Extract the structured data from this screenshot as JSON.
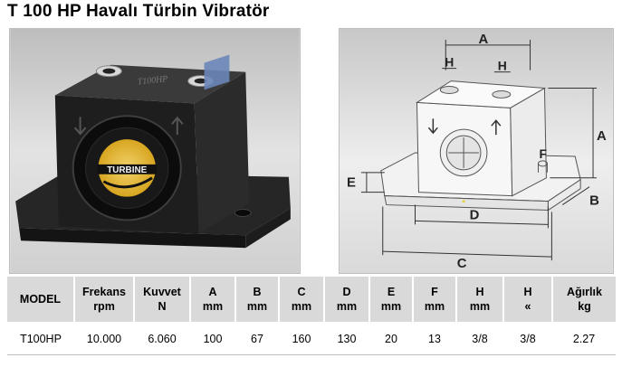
{
  "title": "T 100 HP Havalı Türbin Vibratör",
  "photo": {
    "product_model_text": "T100HP",
    "logo_text": "TURBINE",
    "colors": {
      "body": "#1a1a1a",
      "label_yellow": "#e0b325",
      "background": "#cdcdcd"
    }
  },
  "drawing": {
    "labels": {
      "A": "A",
      "B": "B",
      "C": "C",
      "D": "D",
      "E": "E",
      "F": "F",
      "H1": "H",
      "H2": "H",
      "A_side": "A"
    }
  },
  "table": {
    "headers": [
      {
        "line1": "MODEL",
        "line2": ""
      },
      {
        "line1": "Frekans",
        "line2": "rpm"
      },
      {
        "line1": "Kuvvet",
        "line2": "N"
      },
      {
        "line1": "A",
        "line2": "mm"
      },
      {
        "line1": "B",
        "line2": "mm"
      },
      {
        "line1": "C",
        "line2": "mm"
      },
      {
        "line1": "D",
        "line2": "mm"
      },
      {
        "line1": "E",
        "line2": "mm"
      },
      {
        "line1": "F",
        "line2": "mm"
      },
      {
        "line1": "H",
        "line2": "mm"
      },
      {
        "line1": "H",
        "line2": "«"
      },
      {
        "line1": "Ağırlık",
        "line2": "kg"
      }
    ],
    "row": [
      "T100HP",
      "10.000",
      "6.060",
      "100",
      "67",
      "160",
      "130",
      "20",
      "13",
      "3/8",
      "3/8",
      "2.27"
    ]
  }
}
